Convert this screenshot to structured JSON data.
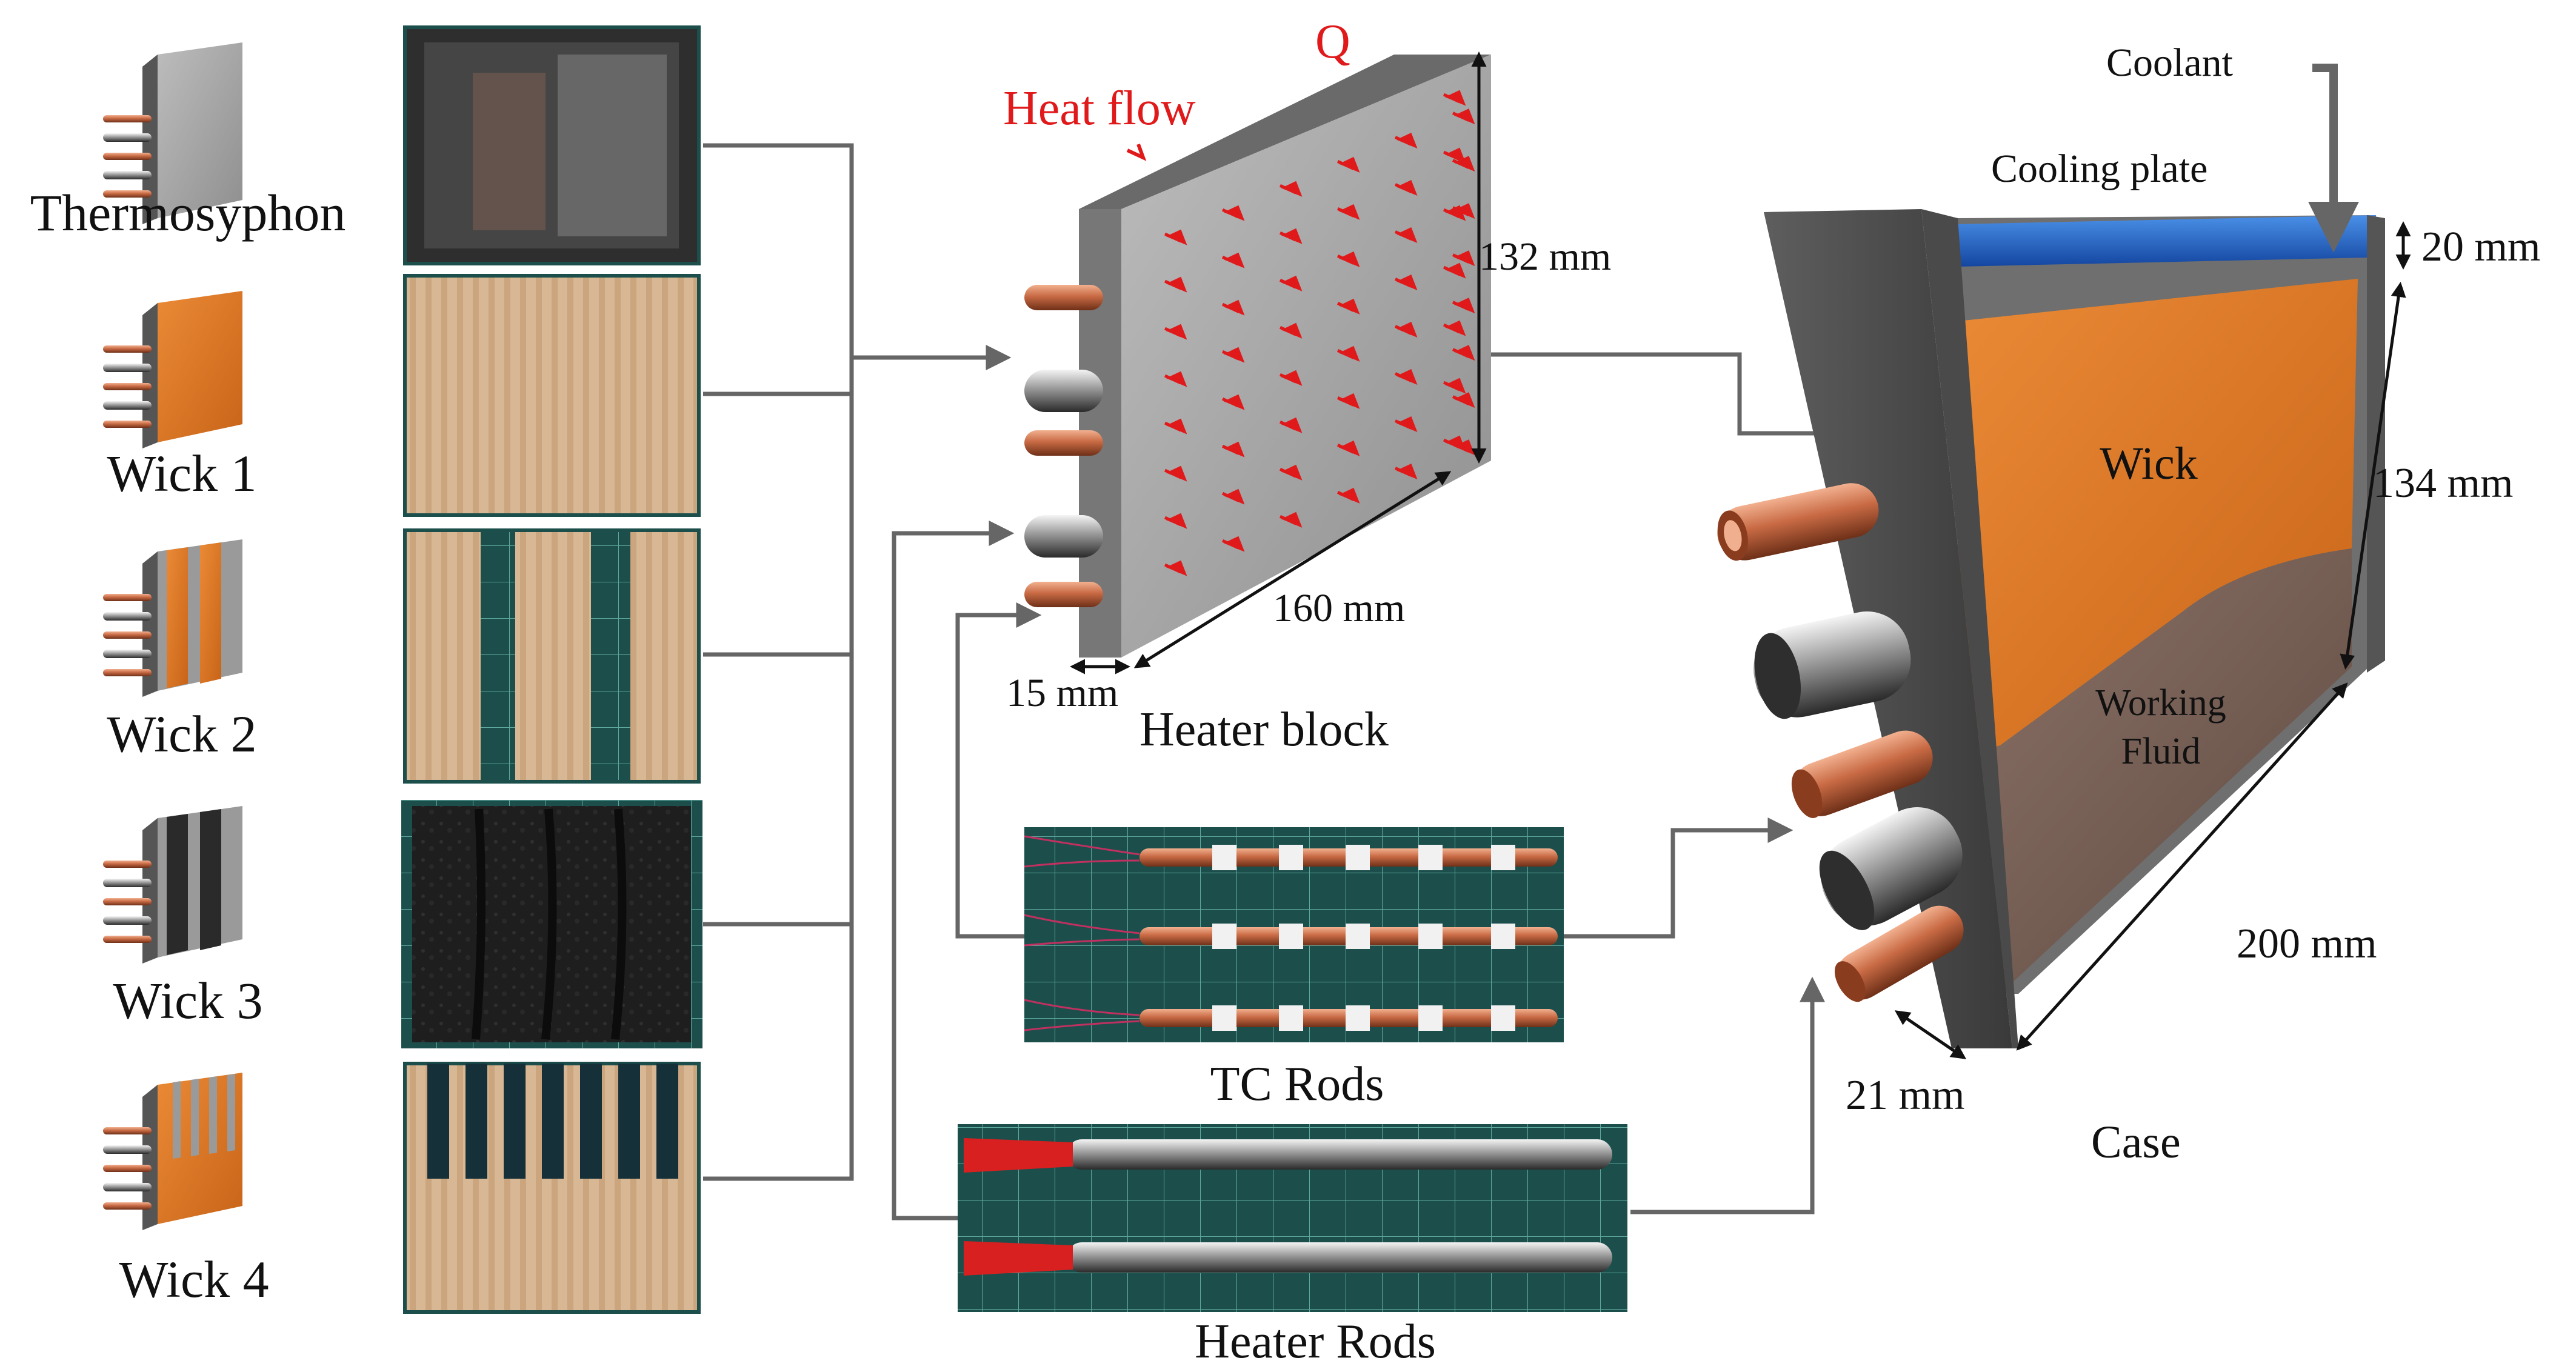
{
  "variants": [
    {
      "label": "Thermosyphon",
      "icon": "thermosyphon-icon"
    },
    {
      "label": "Wick 1",
      "icon": "wick-1-icon"
    },
    {
      "label": "Wick 2",
      "icon": "wick-2-icon"
    },
    {
      "label": "Wick 3",
      "icon": "wick-3-icon"
    },
    {
      "label": "Wick 4",
      "icon": "wick-4-icon"
    }
  ],
  "heater_block": {
    "title": "Heater block",
    "heat_flow": "Heat flow",
    "q": "Q",
    "height": "132 mm",
    "width": "160 mm",
    "depth": "15 mm"
  },
  "tc_rods": {
    "label": "TC Rods"
  },
  "heater_rods": {
    "label": "Heater Rods"
  },
  "case": {
    "title": "Case",
    "coolant": "Coolant",
    "cooling_plate": "Cooling plate",
    "wick": "Wick",
    "working_fluid_line1": "Working",
    "working_fluid_line2": "Fluid",
    "plate_thickness": "20 mm",
    "height": "134 mm",
    "length": "200 mm",
    "depth": "21 mm"
  },
  "colors": {
    "wick_orange": "#e07a28",
    "copper": "#c46a45",
    "steel": "#8a8a8a",
    "coolant_blue": "#1a5fc0",
    "fluid_brown": "#7a5e52",
    "heat_arrow": "#e0191b",
    "connector": "#666666"
  }
}
